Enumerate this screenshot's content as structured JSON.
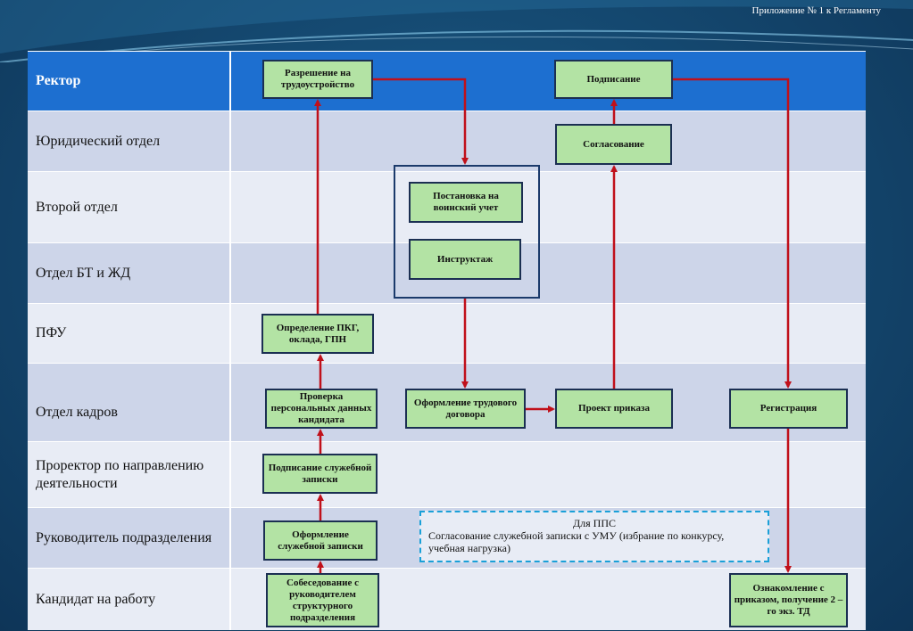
{
  "caption": "Приложение № 1 к Регламенту",
  "rows": [
    {
      "label": "Ректор"
    },
    {
      "label": "Юридический отдел"
    },
    {
      "label": "Второй отдел"
    },
    {
      "label": "Отдел БТ и ЖД"
    },
    {
      "label": "ПФУ"
    },
    {
      "label": "Отдел кадров"
    },
    {
      "label": "Проректор по направлению деятельности"
    },
    {
      "label": "Руководитель подразделения"
    },
    {
      "label": "Кандидат на работу"
    }
  ],
  "nodes": {
    "razreshenie": "Разрешение на трудоустройство",
    "podpisanie": "Подписание",
    "soglasovanie": "Согласование",
    "postanovka": "Постановка на воинский учет",
    "instruktazh": "Инструктаж",
    "opredelenie": "Определение ПКГ, оклада, ГПН",
    "proverka": "Проверка персональных данных кандидата",
    "oformlenie_dogovora": "Оформление трудового договора",
    "proekt_prikaza": "Проект приказа",
    "registratsiya": "Регистрация",
    "podpisanie_zapiski": "Подписание служебной записки",
    "oformlenie_zapiski": "Оформление служебной записки",
    "sobesedovanie": "Собеседование с руководителем структурного подразделения",
    "oznakomlenie": "Ознакомление с приказом, получение 2 –го экз. ТД"
  },
  "note": {
    "title": "Для ППС",
    "text": "Согласование служебной записки с УМУ (избрание по конкурсу, учебная нагрузка)"
  },
  "colors": {
    "header": "#1d6fd0",
    "row_light": "#e8ecf5",
    "row_dark": "#cdd5e9",
    "node_fill": "#b3e3a4",
    "node_border": "#1b2f52",
    "arrow": "#c0101a",
    "note_border": "#1aa0d8"
  }
}
